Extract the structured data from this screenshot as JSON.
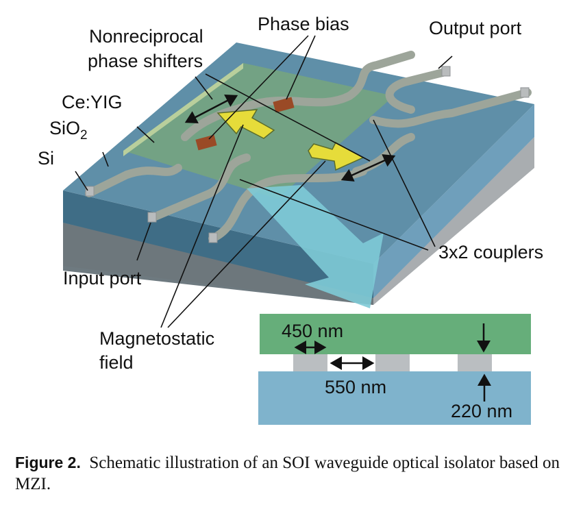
{
  "labels": {
    "nonreciprocal_line1": "Nonreciprocal",
    "nonreciprocal_line2": "phase shifters",
    "phase_bias": "Phase bias",
    "output_port": "Output port",
    "ceyig": "Ce:YIG",
    "sio2_main": "SiO",
    "sio2_sub": "2",
    "si": "Si",
    "input_port": "Input port",
    "couplers": "3x2 couplers",
    "magneto_line1": "Magnetostatic",
    "magneto_line2": "field"
  },
  "cross_section": {
    "width_label": "450 nm",
    "gap_label": "550 nm",
    "height_label": "220 nm"
  },
  "caption": {
    "label": "Figure 2.",
    "text": "Schematic illustration of an SOI waveguide optical isolator based on MZI."
  },
  "colors": {
    "sio2_top": "#5f8fa8",
    "ceyig": "#6aa56f",
    "cross_sio2": "#7fb3cc",
    "cross_ceyig": "#66ae7a",
    "si_gray": "#babec1",
    "arrow_yellow": "#e6dc3a",
    "bias_brown": "#9a4a26",
    "beam_cyan": "#7ecad6"
  }
}
